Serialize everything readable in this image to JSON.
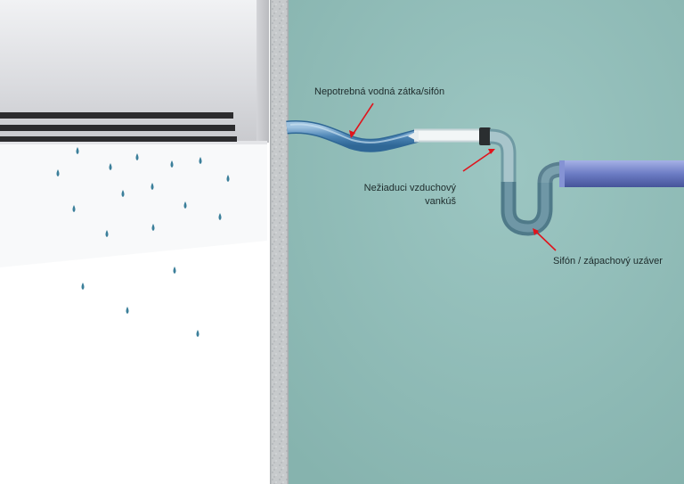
{
  "labels": {
    "water_plug": "Nepotrebná vodná zátka/sifón",
    "air_pocket": "Nežiaduci vzduchový vankúš",
    "trap": "Sifón / zápachový uzáver"
  },
  "colors": {
    "wall_teal": "#8fbcb8",
    "wall_stone": "#c9ccce",
    "indoor_white": "#ffffff",
    "ac_unit": "#e6e7ea",
    "ac_vent": "#2c2c2e",
    "water_drop": "#3b7f9a",
    "hose_water": "#5f93bd",
    "hose_clear": "#e8f0f2",
    "trap_pipe": "#5f8b9a",
    "drain_pipe": "#6e7fc6",
    "arrow": "#e0141c"
  },
  "icons": {
    "drop": "water-drop-icon",
    "arrow": "red-arrow-icon"
  }
}
